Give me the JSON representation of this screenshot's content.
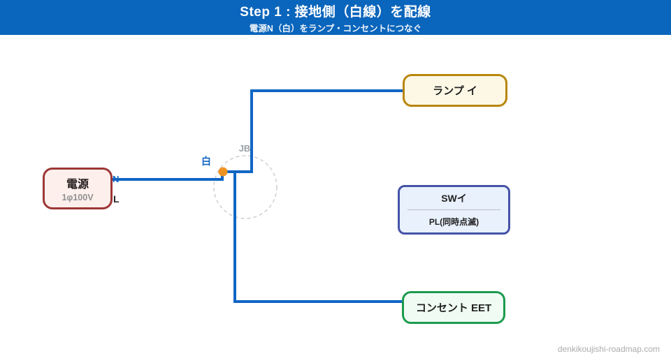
{
  "header": {
    "title": "Step 1 : 接地側（白線）を配線",
    "subtitle": "電源N（白）をランプ・コンセントにつなぐ"
  },
  "diagram": {
    "power_box": {
      "title": "電源",
      "subtitle": "1φ100V"
    },
    "terminals": {
      "n": "N",
      "l": "L"
    },
    "wire_label": "白",
    "junction_label": "JB",
    "lamp_box": {
      "title": "ランプ イ"
    },
    "switch_box": {
      "title": "SWイ",
      "subtitle": "PL(同時点滅)"
    },
    "outlet_box": {
      "title": "コンセント EET"
    },
    "colors": {
      "header_bg": "#0a65bc",
      "wire": "#1166c4",
      "junction_dot": "#ef9422",
      "junction_circle": "#cfcfcf",
      "power_border": "#9c3836",
      "lamp_border": "#b8860b",
      "switch_border": "#4653a8",
      "outlet_border": "#1c9b4e"
    }
  },
  "footer": {
    "watermark": "denkikoujishi-roadmap.com"
  }
}
